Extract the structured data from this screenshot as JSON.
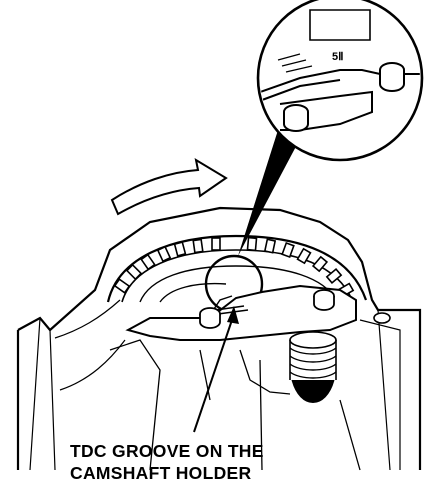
{
  "caption": {
    "line1": "TDC GROOVE ON THE",
    "line2": "CAMSHAFT HOLDER"
  },
  "detail": {
    "mark": "5Ⅱ"
  }
}
